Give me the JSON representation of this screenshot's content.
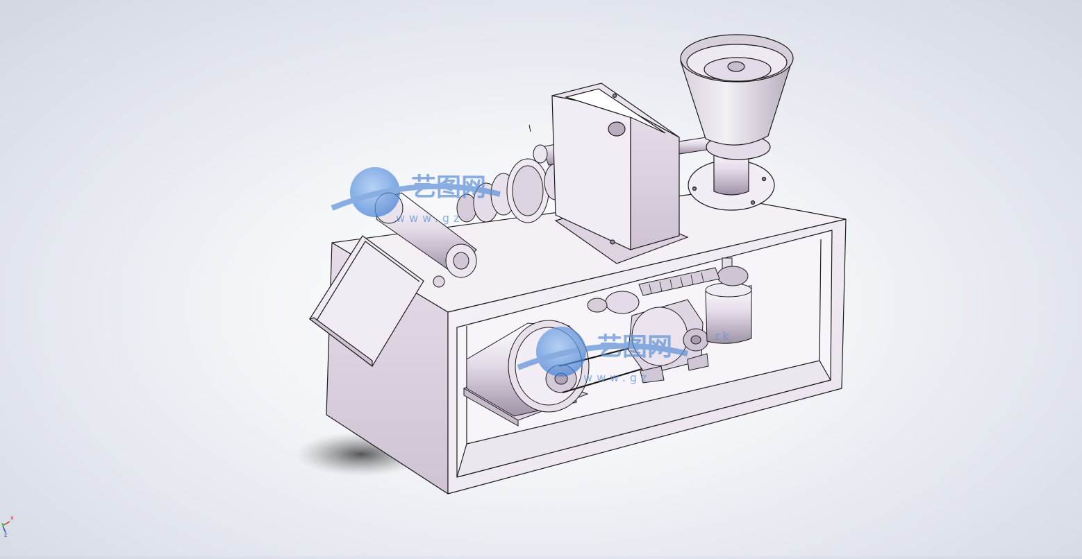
{
  "app": "SolidWorks assembly viewport",
  "view": {
    "background_top": "#d2d7e2",
    "background_center": "#ffffff",
    "part_face_color": "#f3eef5",
    "part_shade_color": "#cbbfd0",
    "edge_color": "#1a1a1a"
  },
  "watermark": {
    "brand": "艺图网",
    "url_fragment": "www.gz",
    "url_fragment2": "www.gz",
    "suffix": "rk",
    "color": "#5b8fd6"
  },
  "triad": {
    "x_label": "x",
    "z_label": "z",
    "x_color": "#d0262a",
    "z_color": "#1f4fb5"
  }
}
